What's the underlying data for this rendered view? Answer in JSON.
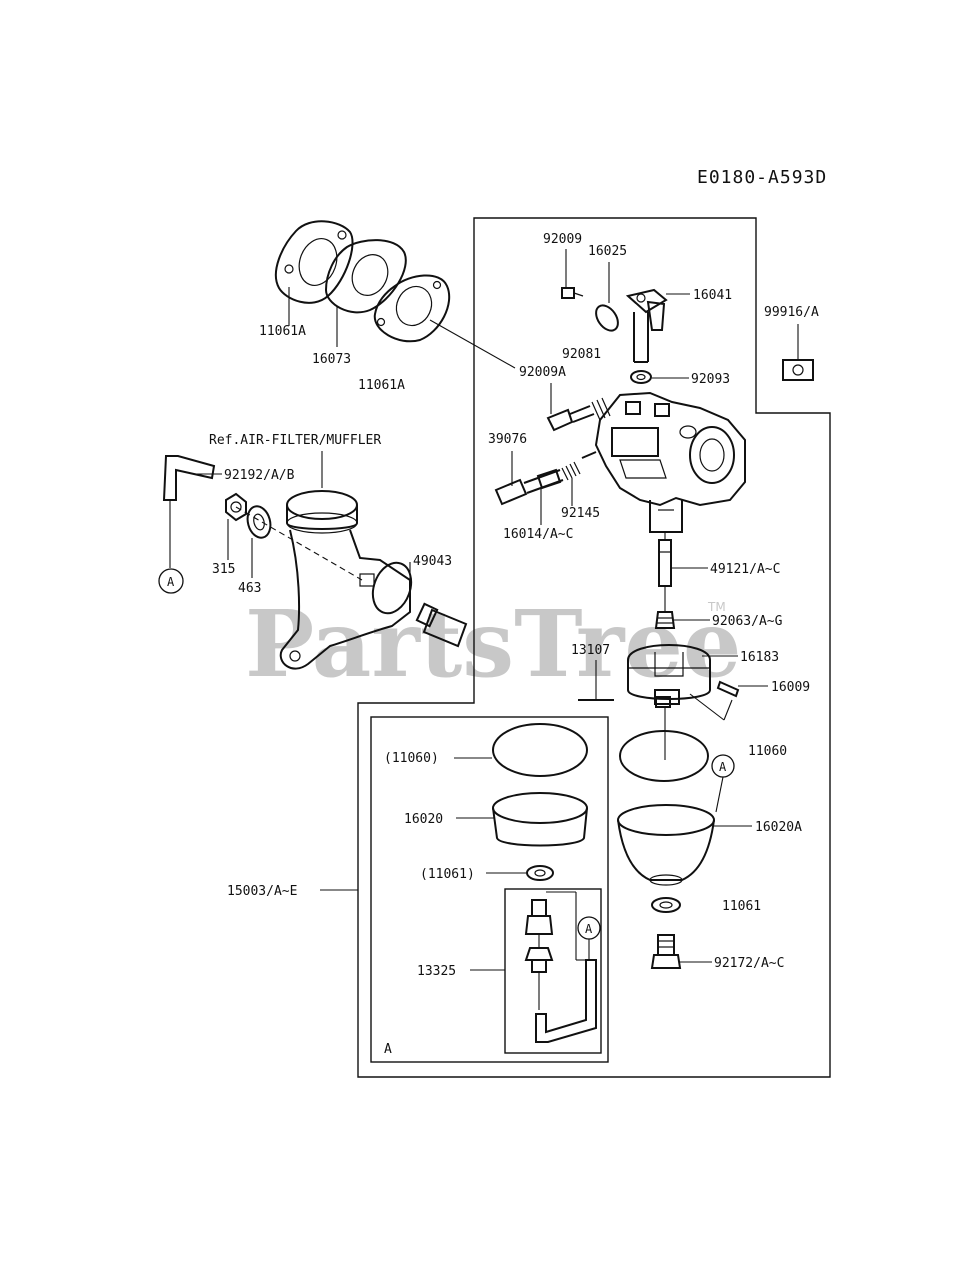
{
  "diagram": {
    "code": "E0180-A593D",
    "reference": "Ref.AIR-FILTER/MUFFLER",
    "watermark": "PartsTree",
    "trademark": "TM",
    "callout_letter": "A",
    "labels": {
      "p11061A_left": "11061A",
      "p16073": "16073",
      "p11061A_right": "11061A",
      "p92009": "92009",
      "p16025": "16025",
      "p16041": "16041",
      "p99916": "99916/A",
      "p92081": "92081",
      "p92009A": "92009A",
      "p92093": "92093",
      "p39076": "39076",
      "p92145": "92145",
      "p16014": "16014/A~C",
      "p92192": "92192/A/B",
      "p315": "315",
      "p463": "463",
      "p49043": "49043",
      "p49121": "49121/A~C",
      "p92063": "92063/A~G",
      "p13107": "13107",
      "p16183": "16183",
      "p16009": "16009",
      "p11060_box": "(11060)",
      "p11060": "11060",
      "p16020": "16020",
      "p16020A": "16020A",
      "p11061_box": "(11061)",
      "p11061": "11061",
      "p15003": "15003/A~E",
      "p13325": "13325",
      "p92172": "92172/A~C",
      "inset_tag": "A"
    }
  }
}
